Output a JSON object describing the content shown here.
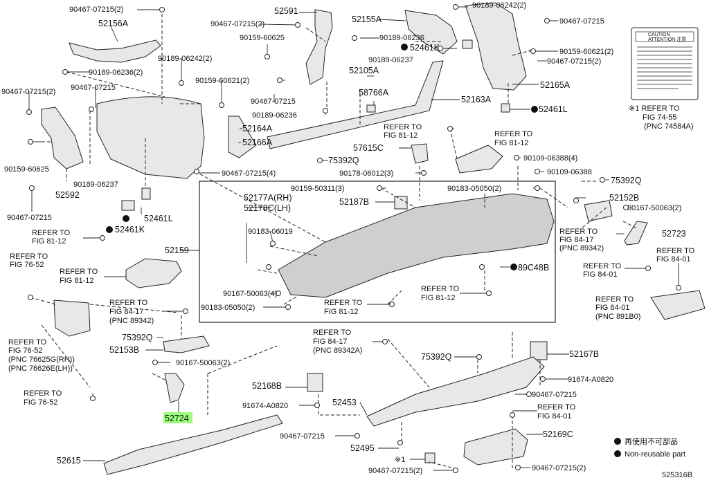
{
  "diagram": {
    "code": "525316B",
    "legend": {
      "item1": "再使用不可部品",
      "item2": "Non-reusable part"
    },
    "caution_label": {
      "line1": "CAUTION",
      "line2": "ATTENTION 注意",
      "note1": "※1 REFER TO",
      "note2": "FIG 74-55",
      "note3": "(PNC 74584A)"
    },
    "labels": {
      "l90467_07215_2_top": "90467-07215(2)",
      "l52156A": "52156A",
      "l52591": "52591",
      "l90467_07215_2_b": "90467-07215(2)",
      "l52155A": "52155A",
      "l90189_06242_2": "90189-06242(2)",
      "l90467_07215_tr": "90467-07215",
      "l90159_60625_a": "90159-60625",
      "l90189_06236_a": "90189-06236",
      "l52461K_top": "52461K",
      "l90159_60621_2_r": "90159-60621(2)",
      "l90467_07215_2_r": "90467-07215(2)",
      "l90189_06242_2_l": "90189-06242(2)",
      "l90189_06237_a": "90189-06237",
      "l90189_06236_2": "90189-06236(2)",
      "l90159_60621_2": "90159-60621(2)",
      "l52105A": "52105A",
      "l52165A": "52165A",
      "l90467_07215_2_l": "90467-07215(2)",
      "l90467_07215_l2": "90467-07215",
      "l90467_07215_c": "90467-07215",
      "l58766A": "58766A",
      "l52163A": "52163A",
      "l90189_06236_c": "90189-06236",
      "l52461L_top": "52461L",
      "l52164A": "52164A",
      "refer_81_12_a1": "REFER TO",
      "refer_81_12_a2": "FIG 81-12",
      "refer_81_12_b1": "REFER TO",
      "refer_81_12_b2": "FIG 81-12",
      "l90159_60625_b": "90159-60625",
      "l52166A": "52166A",
      "l57615C": "57615C",
      "l75392Q_a": "75392Q",
      "l90109_06388_4": "90109-06388(4)",
      "l90189_06237_b": "90189-06237",
      "l90467_07215_4": "90467-07215(4)",
      "l90178_06012_3": "90178-06012(3)",
      "l90109_06388": "90109-06388",
      "l52592": "52592",
      "l75392Q_r": "75392Q",
      "l52177A": "52177A(RH)",
      "l52178C": "52178C(LH)",
      "l90159_50311_3": "90159-50311(3)",
      "l90183_05050_2_a": "90183-05050(2)",
      "l52152B": "52152B",
      "l90467_07215_bl": "90467-07215",
      "l52461L_mid": "52461L",
      "l52187B": "52187B",
      "l90167_50063_2_r": "90167-50063(2)",
      "refer_81_12_c1": "REFER TO",
      "refer_81_12_c2": "FIG 81-12",
      "l52461K_mid": "52461K",
      "l90183_06019": "90183-06019",
      "refer_84_17_a1": "REFER TO",
      "refer_84_17_a2": "FIG 84-17",
      "refer_84_17_a3": "(PNC 89342)",
      "l52723": "52723",
      "refer_76_52_a1": "REFER TO",
      "refer_76_52_a2": "FIG 76-52",
      "l52159": "52159",
      "refer_84_01_a1": "REFER TO",
      "refer_84_01_a2": "FIG 84-01",
      "refer_81_12_d1": "REFER TO",
      "refer_81_12_d2": "FIG 81-12",
      "l89C48B": "89C48B",
      "refer_84_01_b1": "REFER TO",
      "refer_84_01_b2": "FIG 84-01",
      "l90167_50063_4": "90167-50063(4)",
      "refer_81_12_e1": "REFER TO",
      "refer_81_12_e2": "FIG 81-12",
      "refer_84_17_b1": "REFER TO",
      "refer_84_17_b2": "FIG 84-17",
      "refer_84_17_b3": "(PNC 89342)",
      "l90183_05050_2_b": "90183-05050(2)",
      "refer_81_12_f1": "REFER TO",
      "refer_81_12_f2": "FIG 81-12",
      "refer_84_01_c1": "REFER TO",
      "refer_84_01_c2": "FIG 84-01",
      "refer_84_01_c3": "(PNC 891B0)",
      "refer_76_52_b1": "REFER TO",
      "refer_76_52_b2": "FIG 76-52",
      "refer_76_52_b3": "(PNC 76625G(RH))",
      "refer_76_52_b4": "(PNC 76626E(LH))",
      "l75392Q_b": "75392Q",
      "refer_84_17_c1": "REFER TO",
      "refer_84_17_c2": "FIG 84-17",
      "refer_84_17_c3": "(PNC 89342A)",
      "l52153B": "52153B",
      "l75392Q_c": "75392Q",
      "l52167B": "52167B",
      "l90167_50063_2_b": "90167-50063(2)",
      "l91674_A0820_r": "91674-A0820",
      "l52168B": "52168B",
      "refer_76_52_c1": "REFER TO",
      "refer_76_52_c2": "FIG 76-52",
      "l90467_07215_r2": "90467-07215",
      "l52453": "52453",
      "l91674_A0820_l": "91674-A0820",
      "refer_84_01_d1": "REFER TO",
      "refer_84_01_d2": "FIG 84-01",
      "l52724": "52724",
      "l90467_07215_b2": "90467-07215",
      "l52169C": "52169C",
      "l52615": "52615",
      "l52495": "52495",
      "l_note1": "※1",
      "l90467_07215_2_bottom": "90467-07215(2)",
      "l90467_07215_2_br": "90467-07215(2)"
    }
  }
}
